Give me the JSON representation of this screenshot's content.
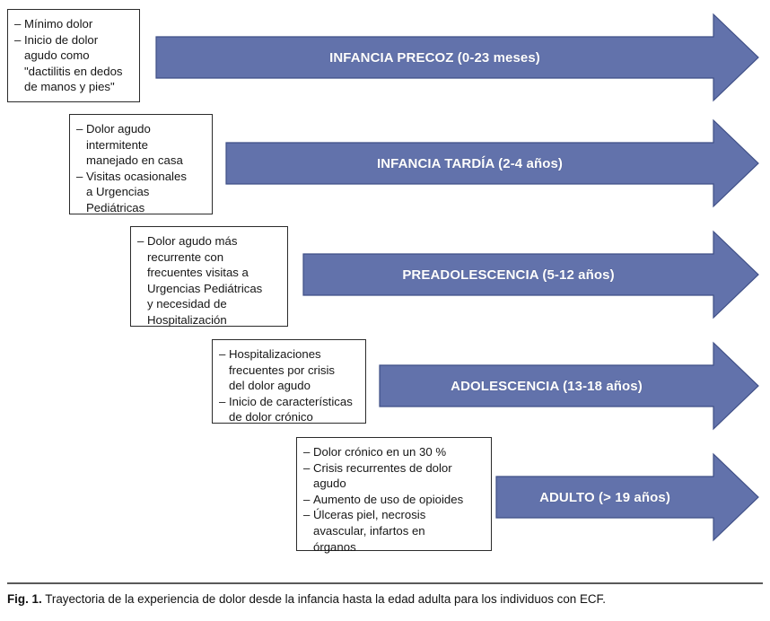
{
  "figure": {
    "arrow_color": "#6272ab",
    "arrow_border_color": "#3f4f86",
    "box_border_color": "#2b2b2b",
    "label_color": "#ffffff",
    "stages": [
      {
        "label": "INFANCIA PRECOZ (0-23 meses)",
        "notes": [
          "Mínimo dolor",
          "Inicio de dolor\nagudo como\n\"dactilitis en dedos\nde manos y pies\""
        ]
      },
      {
        "label": "INFANCIA TARDÍA (2-4 años)",
        "notes": [
          "Dolor agudo\nintermitente\nmanejado en casa",
          "Visitas ocasionales\na Urgencias\nPediátricas"
        ]
      },
      {
        "label": "PREADOLESCENCIA (5-12 años)",
        "notes": [
          "Dolor agudo más\nrecurrente con\nfrecuentes visitas a\nUrgencias Pediátricas\ny necesidad de\nHospitalización"
        ]
      },
      {
        "label": "ADOLESCENCIA (13-18 años)",
        "notes": [
          "Hospitalizaciones\nfrecuentes por crisis\ndel dolor agudo",
          "Inicio de características\nde dolor crónico"
        ]
      },
      {
        "label": "ADULTO (> 19 años)",
        "notes": [
          "Dolor crónico en un 30 %",
          "Crisis recurrentes de dolor\nagudo",
          "Aumento de uso de opioides",
          "Úlceras piel, necrosis\navascular, infartos en\nórganos"
        ]
      }
    ]
  },
  "caption": {
    "label": "Fig. 1.",
    "text": "Trayectoria de la experiencia de dolor desde la infancia hasta la edad adulta para los individuos con ECF."
  }
}
